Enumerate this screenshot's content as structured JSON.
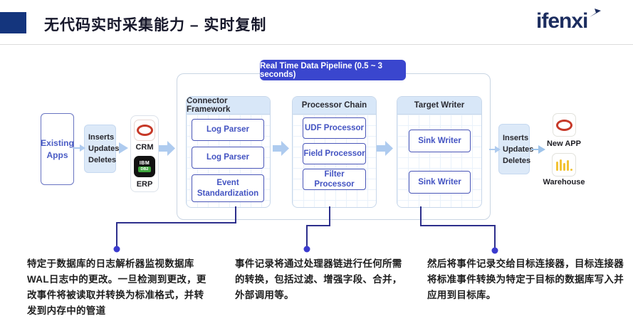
{
  "header": {
    "title": "无代码实时采集能力 – 实时复制",
    "logo": "ifenxi"
  },
  "pipeline": {
    "badge": "Real Time Data Pipeline (0.5 ~ 3 seconds)",
    "columns": [
      {
        "title": "Connector Framework",
        "boxes": [
          "Log Parser",
          "Log Parser",
          "Event Standardization"
        ]
      },
      {
        "title": "Processor Chain",
        "boxes": [
          "UDF Processor",
          "Field Processor",
          "Filter Processor"
        ]
      },
      {
        "title": "Target Writer",
        "boxes": [
          "Sink Writer",
          "Sink Writer"
        ]
      }
    ]
  },
  "source_side": {
    "apps_label": "Existing Apps",
    "changes": [
      "Inserts",
      "Updates",
      "Deletes"
    ],
    "systems": [
      {
        "label": "CRM",
        "icon": "oracle-logo"
      },
      {
        "label": "ERP",
        "icon": "ibm-db2-logo",
        "icon_text_top": "IBM",
        "icon_text_bottom": "DB2"
      }
    ]
  },
  "target_side": {
    "changes": [
      "Inserts",
      "Updates",
      "Deletes"
    ],
    "systems": [
      {
        "label": "New APP",
        "icon": "oracle-logo"
      },
      {
        "label": "Warehouse",
        "icon": "warehouse-bars-icon"
      }
    ]
  },
  "notes": [
    {
      "text": "特定于数据库的日志解析器监视数据库WAL日志中的更改。一旦检测到更改，更改事件将被读取并转换为标准格式，并转发到内存中的管道"
    },
    {
      "text": "事件记录将通过处理器链进行任何所需的转换，包括过滤、增强字段、合并，外部调用等。"
    },
    {
      "text": "然后将事件记录交给目标连接器，目标连接器将标准事件转换为特定于目标的数据库写入并应用到目标库。"
    }
  ],
  "colors": {
    "header_block": "#14357D",
    "badge_bg": "#3A46CE",
    "connector_line": "#2D2F8C",
    "connector_dot": "#3B3BCE",
    "flow_arrow": "#AECBEF",
    "box_border": "#4A56B8",
    "box_text": "#4353C2",
    "column_header_bg": "#D8E7F8",
    "change_box_bg": "#DCE9F8",
    "oracle_red": "#C63928",
    "db2_green": "#3DA63D",
    "warehouse_yellow": "#F2C335",
    "logo_navy": "#1C2D5F"
  }
}
